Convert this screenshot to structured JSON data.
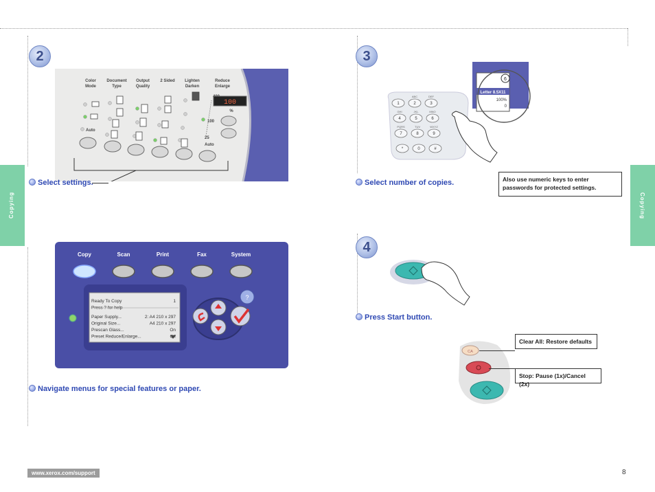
{
  "side_tab": "Copying",
  "steps": [
    {
      "number": "2",
      "caption": "Select settings."
    },
    {
      "number": "3",
      "caption": "Select number of copies."
    },
    {
      "number": "4",
      "caption": "Press Start button."
    }
  ],
  "navigate_caption": "Navigate menus for special features or paper.",
  "callouts": {
    "passwords": "Also use numeric keys to enter passwords for protected settings.",
    "clear_all": "Clear All: Restore defaults",
    "stop": "Stop: Pause (1x)/Cancel (2x)"
  },
  "settings_panel": {
    "labels": [
      "Color Mode",
      "Document Type",
      "Output Quality",
      "2 Sided",
      "Lighten Darken",
      "Reduce Enlarge"
    ],
    "auto_label": "Auto",
    "display_value": "100",
    "percent_sign": "%",
    "zoom_marks": [
      "400",
      "100",
      "25"
    ]
  },
  "copies_display": {
    "count": "6",
    "paper": "Letter 8.5X11",
    "ratio": "100%",
    "zero": "0"
  },
  "keypad": {
    "keys": [
      {
        "num": "1",
        "sub": ""
      },
      {
        "num": "2",
        "sub": "ABC"
      },
      {
        "num": "3",
        "sub": "DEF"
      },
      {
        "num": "4",
        "sub": "GHI"
      },
      {
        "num": "5",
        "sub": "JKL"
      },
      {
        "num": "6",
        "sub": "MNO"
      },
      {
        "num": "7",
        "sub": "PQRS"
      },
      {
        "num": "8",
        "sub": "TUV"
      },
      {
        "num": "9",
        "sub": "WXYZ"
      },
      {
        "num": "*",
        "sub": ""
      },
      {
        "num": "0",
        "sub": ""
      },
      {
        "num": "#",
        "sub": ""
      }
    ]
  },
  "main_panel": {
    "tabs": [
      "Copy",
      "Scan",
      "Print",
      "Fax",
      "System"
    ],
    "help_symbol": "?",
    "screen_lines": [
      {
        "left": "Ready To Copy",
        "right": "1"
      },
      {
        "left": "Press ? for help",
        "right": ""
      },
      {
        "left": "Paper Supply...",
        "right": "2: A4 210 x 297"
      },
      {
        "left": "Original Size...",
        "right": "A4 210 x 297"
      },
      {
        "left": "Prescan Glass...",
        "right": "On"
      },
      {
        "left": "Preset Reduce/Enlarge...",
        "right": "Off"
      }
    ]
  },
  "clear_button_label": "CA",
  "footer": "www.xerox.com/support",
  "page_number": "8"
}
